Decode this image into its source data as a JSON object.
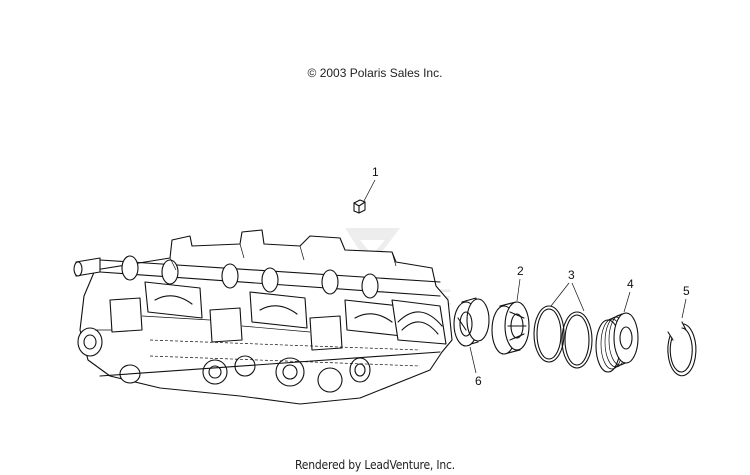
{
  "header": {
    "copyright": "© 2003 Polaris Sales Inc."
  },
  "footer": {
    "rendered_by": "Rendered by LeadVenture, Inc."
  },
  "callouts": [
    {
      "number": "1",
      "part": "small-block"
    },
    {
      "number": "2",
      "part": "bearing"
    },
    {
      "number": "3",
      "part": "o-rings"
    },
    {
      "number": "4",
      "part": "pulley"
    },
    {
      "number": "5",
      "part": "snap-ring"
    },
    {
      "number": "6",
      "part": "cap"
    }
  ],
  "colors": {
    "line": "#111111",
    "background": "#ffffff",
    "watermark": "#e6e6e6"
  }
}
